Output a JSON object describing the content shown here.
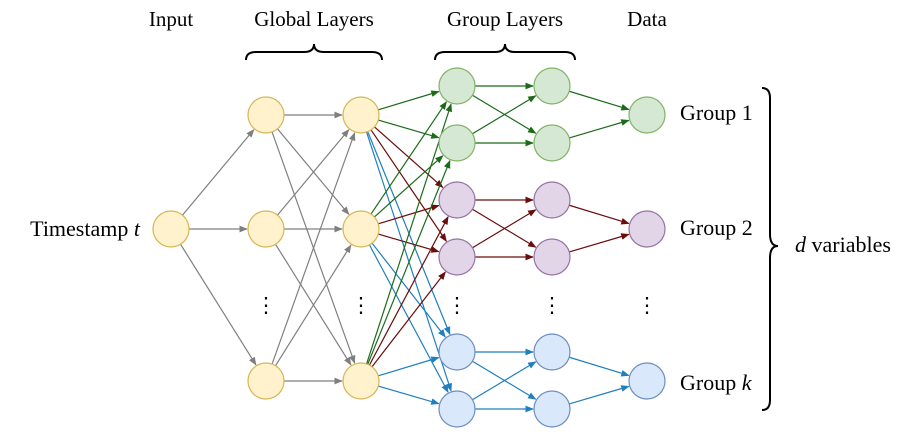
{
  "headers": {
    "input": "Input",
    "global": "Global Layers",
    "group": "Group Layers",
    "data": "Data"
  },
  "input_label": {
    "text": "Timestamp ",
    "var": "t"
  },
  "group_labels": [
    {
      "text": "Group 1",
      "var": ""
    },
    {
      "text": "Group 2",
      "var": ""
    },
    {
      "text": "Group ",
      "var": "k"
    }
  ],
  "output_label": {
    "var": "d",
    "text": " variables"
  },
  "ellipsis": "⋮",
  "colors": {
    "global_fill": "#fff2cc",
    "global_stroke": "#d6b656",
    "gray_edge": "#7f7f7f",
    "group1_fill": "#d5e8d4",
    "group1_stroke": "#82b366",
    "group1_edge": "#1b6b1b",
    "group2_fill": "#e1d5e7",
    "group2_stroke": "#9673a6",
    "group2_edge": "#6b0d0d",
    "groupk_fill": "#dae8fc",
    "groupk_stroke": "#6c8ebf",
    "groupk_edge": "#1f7fbf"
  }
}
